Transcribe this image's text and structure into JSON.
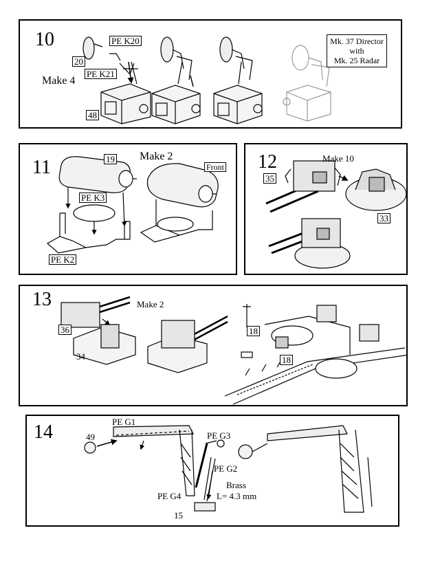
{
  "step10": {
    "number": "10",
    "make": "Make 4",
    "parts": {
      "p20": "20",
      "pek20": "PE K20",
      "pek21": "PE K21",
      "p48": "48"
    },
    "note": [
      "Mk. 37 Director",
      "with",
      "Mk. 25 Radar"
    ]
  },
  "step11": {
    "number": "11",
    "make": "Make 2",
    "parts": {
      "p19": "19",
      "pek3": "PE K3",
      "pek2": "PE K2",
      "front": "Front"
    }
  },
  "step12": {
    "number": "12",
    "make": "Make 10",
    "parts": {
      "p35": "35",
      "p33": "33"
    }
  },
  "step13": {
    "number": "13",
    "make": "Make 2",
    "parts": {
      "p36": "36",
      "p34": "34",
      "p18a": "18",
      "p18b": "18"
    }
  },
  "step14": {
    "number": "14",
    "parts": {
      "peg1": "PE G1",
      "p49": "49",
      "peg3": "PE G3",
      "peg2": "PE G2",
      "brass": "Brass",
      "length": "L= 4.3 mm",
      "peg4": "PE G4",
      "p15": "15"
    }
  }
}
